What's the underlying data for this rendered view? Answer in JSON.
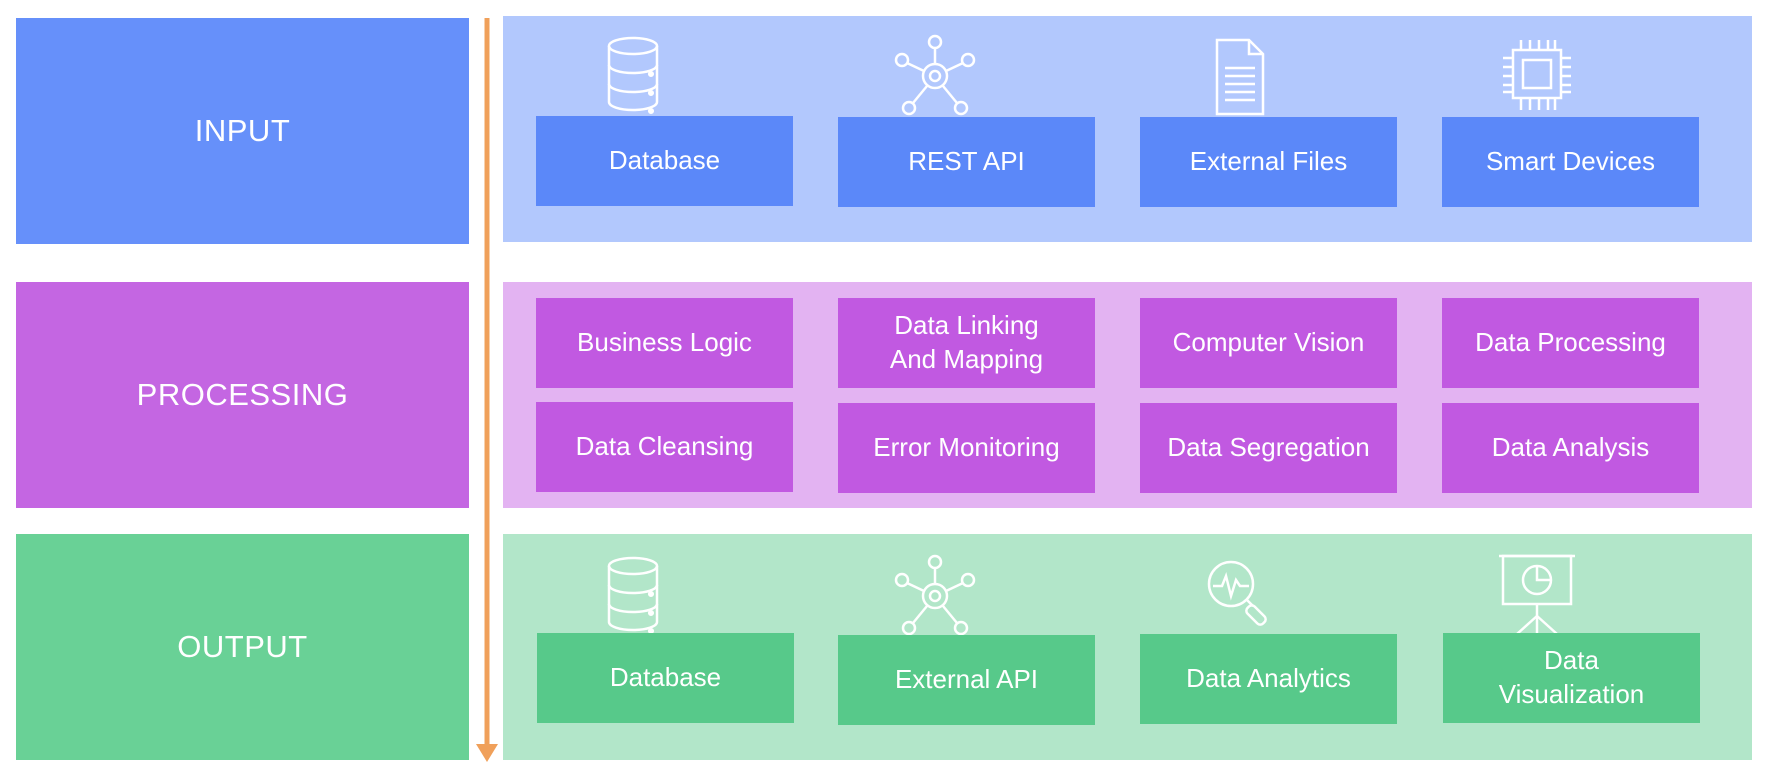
{
  "stages": {
    "input": "INPUT",
    "processing": "PROCESSING",
    "output": "OUTPUT"
  },
  "input": {
    "items": [
      {
        "label": "Database",
        "icon": "database-icon"
      },
      {
        "label": "REST API",
        "icon": "network-hub-icon"
      },
      {
        "label": "External Files",
        "icon": "document-icon"
      },
      {
        "label": "Smart Devices",
        "icon": "chip-icon"
      }
    ]
  },
  "processing": {
    "items": [
      {
        "label": "Business Logic"
      },
      {
        "label": "Data Linking\nAnd Mapping"
      },
      {
        "label": "Computer Vision"
      },
      {
        "label": "Data Processing"
      },
      {
        "label": "Data Cleansing"
      },
      {
        "label": "Error Monitoring"
      },
      {
        "label": "Data Segregation"
      },
      {
        "label": "Data Analysis"
      }
    ]
  },
  "output": {
    "items": [
      {
        "label": "Database",
        "icon": "database-icon"
      },
      {
        "label": "External API",
        "icon": "network-hub-icon"
      },
      {
        "label": "Data Analytics",
        "icon": "analytics-magnifier-icon"
      },
      {
        "label": "Data\nVisualization",
        "icon": "presentation-board-icon"
      }
    ]
  },
  "colors": {
    "input_label": "#6690fa",
    "input_panel": "#b2c8fd",
    "input_card": "#5b88f9",
    "processing_label": "#c466e2",
    "processing_panel": "#e3b3f2",
    "processing_card": "#c159e1",
    "output_label": "#69d196",
    "output_panel": "#b2e6c9",
    "output_card": "#57c98a",
    "flow_arrow": "#f0a05a"
  }
}
